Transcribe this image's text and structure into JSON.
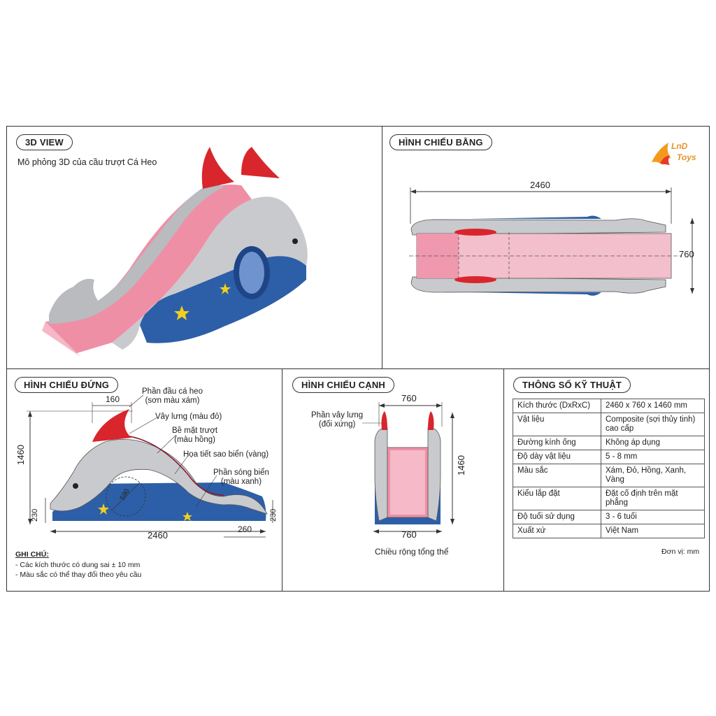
{
  "panels": {
    "view3d": {
      "title": "3D VIEW",
      "caption": "Mô phỏng 3D của cầu trượt Cá Heo"
    },
    "top": {
      "title": "HÌNH CHIẾU BẰNG",
      "dim_length": "2460",
      "dim_width": "760"
    },
    "front": {
      "title": "HÌNH CHIẾU ĐỨNG",
      "dims": {
        "head": "160",
        "height": "1460",
        "left_low": "230",
        "right_low": "230",
        "length": "2460",
        "tail": "260",
        "tunnel": "590"
      },
      "callouts": [
        "Phần đầu cá heo\n(sơn màu xám)",
        "Vây lưng (màu đỏ)",
        "Bề mặt trượt\n(màu hồng)",
        "Họa tiết sao biển (vàng)",
        "Phần sóng biển\n(màu xanh)"
      ],
      "notes_title": "GHI CHÚ:",
      "notes": [
        "- Các kích thước có dung sai ± 10 mm",
        "- Màu sắc có thể thay đổi theo yêu cầu"
      ]
    },
    "side": {
      "title": "HÌNH CHIẾU CẠNH",
      "dims": {
        "top_width": "760",
        "height": "1460",
        "bottom_width": "760"
      },
      "callout": "Phần vây lưng\n(đối xứng)",
      "caption": "Chiều rộng tổng thể"
    },
    "specs": {
      "title": "THÔNG SỐ KỸ THUẬT",
      "rows": [
        {
          "k": "Kích thước (DxRxC)",
          "v": "2460 x 760 x 1460 mm"
        },
        {
          "k": "Vật liệu",
          "v": "Composite (sợi thủy tinh)\ncao cấp"
        },
        {
          "k": "Đường kính ống",
          "v": "Không áp dụng"
        },
        {
          "k": "Độ dày vật liệu",
          "v": "5 - 8 mm"
        },
        {
          "k": "Màu sắc",
          "v": "Xám, Đỏ, Hồng, Xanh, Vàng"
        },
        {
          "k": "Kiểu lắp đặt",
          "v": "Đặt cố định trên mặt phẳng"
        },
        {
          "k": "Độ tuổi sử dụng",
          "v": "3 - 6 tuổi"
        },
        {
          "k": "Xuất xứ",
          "v": "Việt Nam"
        }
      ],
      "unit": "Đơn vị: mm"
    }
  },
  "logo": {
    "line1": "LnD",
    "line2": "Toys",
    "icon": "flame-logo-icon"
  },
  "colors": {
    "gray": "#c9cacd",
    "red": "#d9252c",
    "pink": "#ef8fa6",
    "blue": "#2d5fa8",
    "yellow": "#f2cf1d"
  }
}
